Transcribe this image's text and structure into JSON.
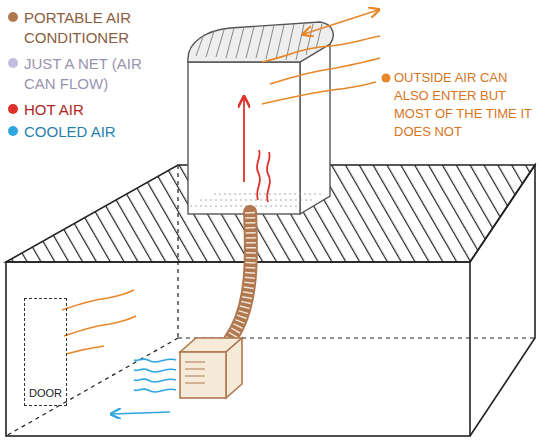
{
  "diagram": {
    "nodes": [
      {
        "text": [
          "DOOR"
        ]
      }
    ],
    "labels": [
      "OUTSIDE AIR CAN ALSO ENTER BUT MOST OF THE TIME IT DOES NOT"
    ],
    "legend": [
      {
        "text": "PORTABLE AIR CONDITIONER",
        "color": "#b07850"
      },
      {
        "text": "JUST A NET (AIR CAN FLOW)",
        "color": "#c4bde0"
      },
      {
        "text": "HOT AIR",
        "color": "#e0302c"
      },
      {
        "text": "COOLED AIR",
        "color": "#2ea6df"
      }
    ]
  }
}
